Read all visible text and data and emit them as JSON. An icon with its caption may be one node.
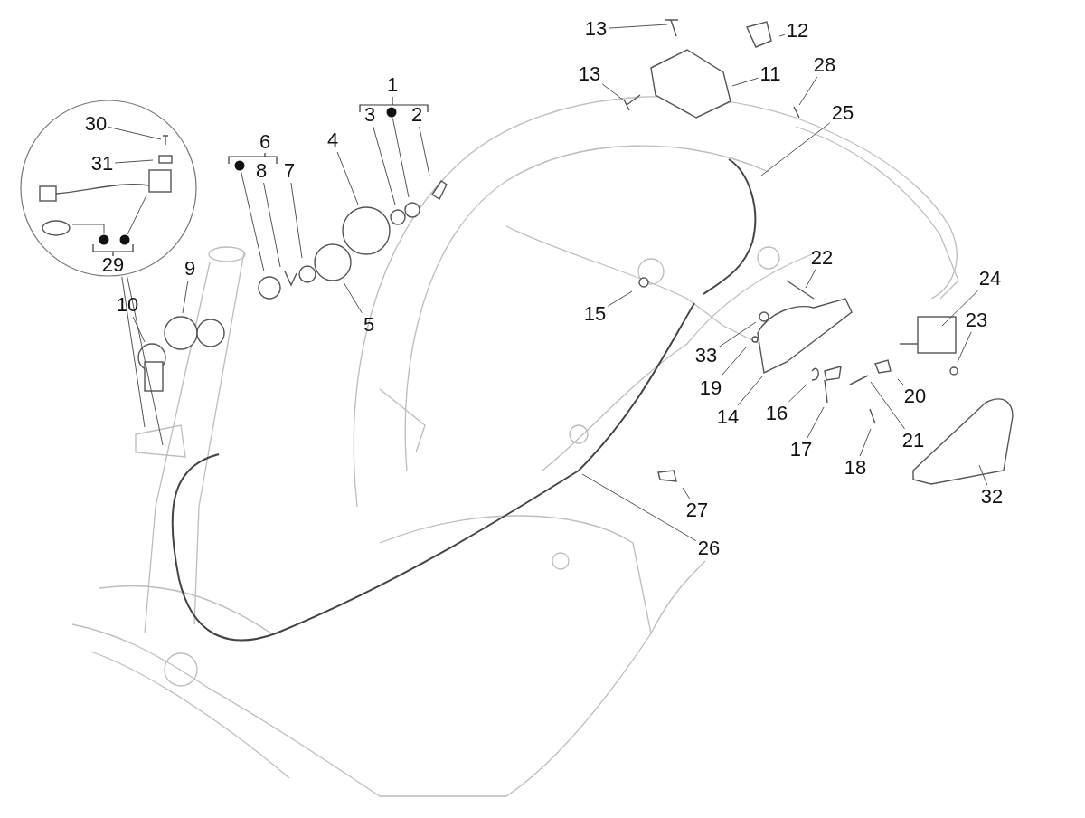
{
  "diagram": {
    "nodes": [
      {
        "text": [],
        "shape": "circle"
      },
      {
        "text": [
          "30"
        ],
        "in": 0
      },
      {
        "text": [
          "31"
        ],
        "in": 0
      },
      {
        "text": [],
        "shape": "circle",
        "in": 0
      },
      {
        "text": [],
        "shape": "circle",
        "in": 0
      },
      {
        "text": [
          "29"
        ],
        "in": 0
      },
      {
        "text": [
          "1"
        ]
      },
      {
        "text": [
          "3"
        ]
      },
      {
        "text": [],
        "shape": "circle"
      },
      {
        "text": [
          "2"
        ]
      },
      {
        "text": [
          "6"
        ]
      },
      {
        "text": [],
        "shape": "circle"
      },
      {
        "text": [
          "8"
        ]
      },
      {
        "text": [
          "7"
        ]
      },
      {
        "text": [
          "4"
        ]
      },
      {
        "text": [
          "5"
        ]
      },
      {
        "text": [
          "9"
        ]
      },
      {
        "text": [
          "10"
        ]
      },
      {
        "text": [
          "13"
        ]
      },
      {
        "text": [
          "12"
        ]
      },
      {
        "text": [
          "13"
        ]
      },
      {
        "text": [
          "11"
        ]
      },
      {
        "text": [
          "28"
        ]
      },
      {
        "text": [
          "25"
        ]
      },
      {
        "text": [
          "22"
        ]
      },
      {
        "text": [
          "24"
        ]
      },
      {
        "text": [
          "15"
        ]
      },
      {
        "text": [
          "23"
        ]
      },
      {
        "text": [
          "33"
        ]
      },
      {
        "text": [
          "19"
        ]
      },
      {
        "text": [
          "20"
        ]
      },
      {
        "text": [
          "14"
        ]
      },
      {
        "text": [
          "16"
        ]
      },
      {
        "text": [
          "21"
        ]
      },
      {
        "text": [
          "17"
        ]
      },
      {
        "text": [
          "18"
        ]
      },
      {
        "text": [
          "32"
        ]
      },
      {
        "text": [
          "27"
        ]
      },
      {
        "text": [
          "26"
        ]
      }
    ],
    "edges": [
      {
        "from": 0,
        "to": null,
        "arrow": "none"
      },
      {
        "from": 0,
        "to": null,
        "arrow": "none"
      },
      {
        "from": 1,
        "to": null,
        "arrow": "none"
      },
      {
        "from": 2,
        "to": null,
        "arrow": "none"
      },
      {
        "from": 3,
        "to": null,
        "arrow": "none"
      },
      {
        "from": 4,
        "to": null,
        "arrow": "none"
      },
      {
        "from": 7,
        "to": null,
        "arrow": "none"
      },
      {
        "from": 8,
        "to": null,
        "arrow": "none"
      },
      {
        "from": 9,
        "to": null,
        "arrow": "none"
      },
      {
        "from": 11,
        "to": null,
        "arrow": "none"
      },
      {
        "from": 12,
        "to": null,
        "arrow": "none"
      },
      {
        "from": 13,
        "to": null,
        "arrow": "none"
      },
      {
        "from": 14,
        "to": null,
        "arrow": "none"
      },
      {
        "from": 15,
        "to": null,
        "arrow": "none"
      },
      {
        "from": 16,
        "to": null,
        "arrow": "none"
      },
      {
        "from": 17,
        "to": null,
        "arrow": "none"
      },
      {
        "from": 18,
        "to": null,
        "arrow": "none"
      },
      {
        "from": 19,
        "to": null,
        "arrow": "none"
      },
      {
        "from": 20,
        "to": null,
        "arrow": "none"
      },
      {
        "from": 21,
        "to": null,
        "arrow": "none"
      },
      {
        "from": 22,
        "to": null,
        "arrow": "none"
      },
      {
        "from": 23,
        "to": null,
        "arrow": "none"
      },
      {
        "from": 24,
        "to": null,
        "arrow": "none"
      },
      {
        "from": 25,
        "to": null,
        "arrow": "none"
      },
      {
        "from": 26,
        "to": null,
        "arrow": "none"
      },
      {
        "from": 27,
        "to": null,
        "arrow": "none"
      },
      {
        "from": 28,
        "to": null,
        "arrow": "none"
      },
      {
        "from": 29,
        "to": null,
        "arrow": "none"
      },
      {
        "from": 30,
        "to": null,
        "arrow": "none"
      },
      {
        "from": 31,
        "to": null,
        "arrow": "none"
      },
      {
        "from": 32,
        "to": null,
        "arrow": "none"
      },
      {
        "from": 33,
        "to": null,
        "arrow": "none"
      },
      {
        "from": 34,
        "to": null,
        "arrow": "none"
      },
      {
        "from": 35,
        "to": null,
        "arrow": "none"
      },
      {
        "from": 36,
        "to": null,
        "arrow": "none"
      },
      {
        "from": 37,
        "to": null,
        "arrow": "none"
      },
      {
        "from": 38,
        "to": null,
        "arrow": "none"
      }
    ]
  }
}
